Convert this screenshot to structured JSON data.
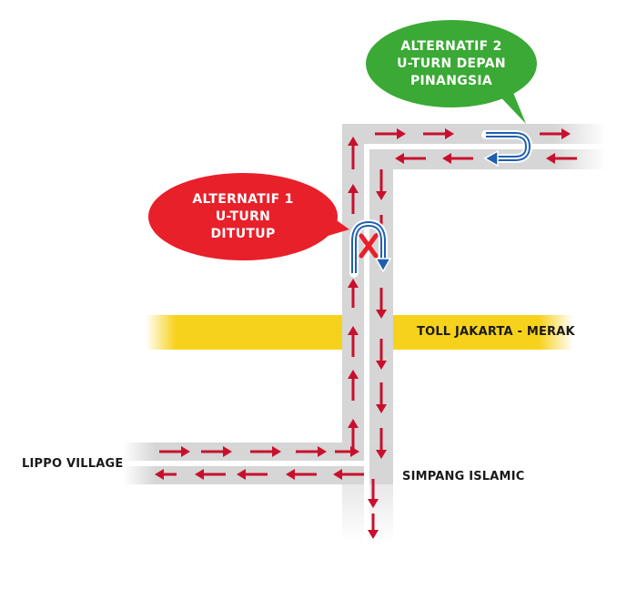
{
  "labels": {
    "toll": "TOLL JAKARTA - MERAK",
    "lippo": "LIPPO VILLAGE",
    "simpang": "SIMPANG ISLAMIC"
  },
  "bubble_alt1": {
    "lines": [
      "ALTERNATIF 1",
      "U-TURN",
      "DITUTUP"
    ],
    "color": "#e8202a"
  },
  "bubble_alt2": {
    "lines": [
      "ALTERNATIF 2",
      "U-TURN DEPAN",
      "PINANGSIA"
    ],
    "color": "#3aa935"
  },
  "colors": {
    "road": "#d6d6d6",
    "road_edge": "#c4c4c4",
    "arrow": "#c8102e",
    "uturn": "#1f5fb0",
    "toll": "#f7d21c",
    "closed": "#e8202a"
  },
  "icons": {
    "closed_uturn": "uturn-closed-icon",
    "open_uturn": "uturn-open-icon"
  }
}
